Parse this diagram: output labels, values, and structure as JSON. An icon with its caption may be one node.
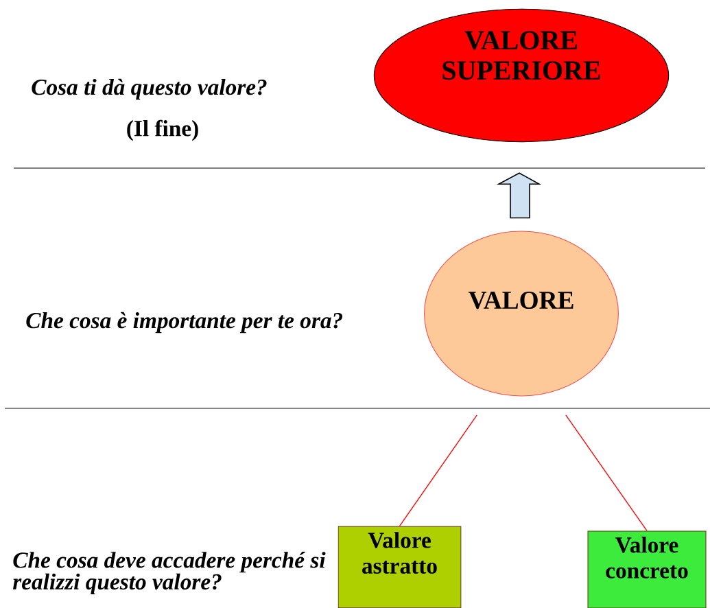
{
  "diagram": {
    "nodes": [
      {
        "text": [
          "VALORE SUPERIORE"
        ]
      },
      {
        "text": [
          "VALORE"
        ]
      },
      {
        "text": [
          "Valore astratto"
        ]
      },
      {
        "text": [
          "Valore concreto"
        ]
      }
    ],
    "edges": [
      {
        "from": 1,
        "to": 0,
        "arrow": "to",
        "color": "#cfe2f3"
      },
      {
        "from": 1,
        "to": 2,
        "arrow": "none"
      },
      {
        "from": 1,
        "to": 3,
        "arrow": "none"
      }
    ],
    "labels": [
      "Cosa ti dà questo valore?",
      "(Il fine)",
      "Che cosa è importante per te ora?",
      "Che cosa deve accadere perché si realizzi questo valore?"
    ]
  }
}
